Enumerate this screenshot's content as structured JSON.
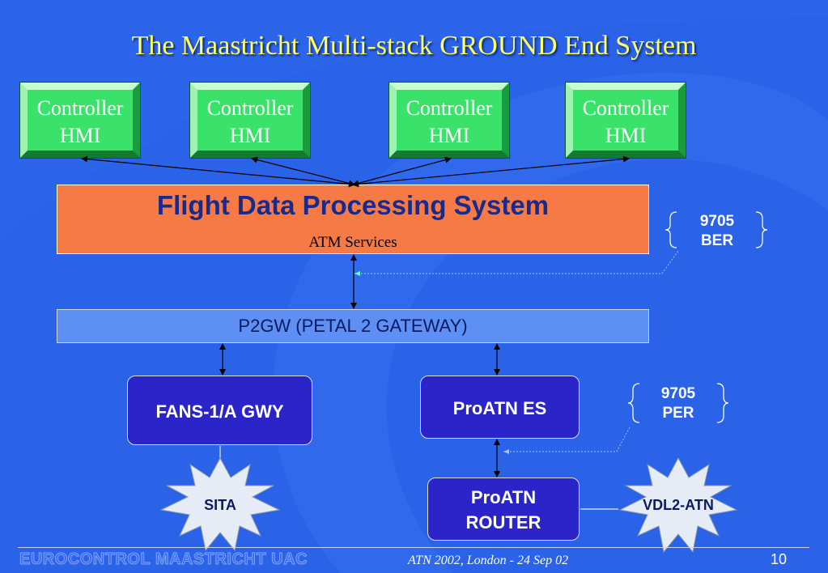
{
  "title": "The Maastricht Multi-stack GROUND End System",
  "hmi_boxes": [
    {
      "line1": "Controller",
      "line2": "HMI"
    },
    {
      "line1": "Controller",
      "line2": "HMI"
    },
    {
      "line1": "Controller",
      "line2": "HMI"
    },
    {
      "line1": "Controller",
      "line2": "HMI"
    }
  ],
  "fdps": {
    "title": "Flight Data Processing System",
    "subtitle": "ATM Services"
  },
  "ber_label": {
    "line1": "9705",
    "line2": "BER"
  },
  "p2gw": {
    "label": "P2GW  (PETAL 2 GATEWAY)"
  },
  "fans": {
    "label": "FANS-1/A GWY"
  },
  "proatn_es": {
    "label": "ProATN ES"
  },
  "per_label": {
    "line1": "9705",
    "line2": "PER"
  },
  "sita": {
    "label": "SITA"
  },
  "proatn_router": {
    "line1": "ProATN",
    "line2": "ROUTER"
  },
  "vdl2": {
    "label": "VDL2-ATN"
  },
  "footer": {
    "org": "EUROCONTROL MAASTRICHT UAC",
    "event": "ATN 2002, London - 24 Sep 02",
    "page": "10"
  },
  "colors": {
    "background": "#2a62e8",
    "title": "#ffff66",
    "hmi_green": "#3ae26a",
    "fdps_orange": "#f57a45",
    "p2gw_blue": "#5e8ff5",
    "node_blue": "#2b24c8",
    "star_fill": "#e6ecf5"
  }
}
